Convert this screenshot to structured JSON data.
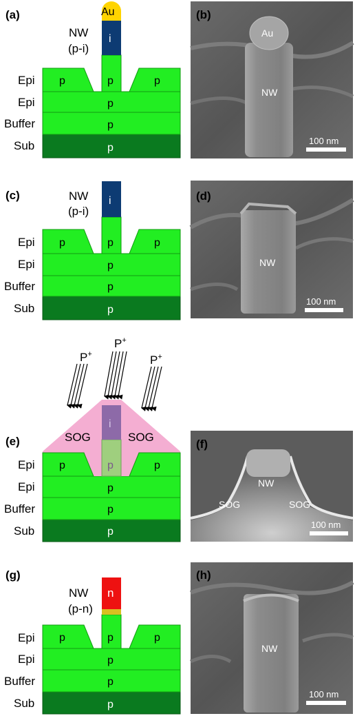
{
  "panels": {
    "a": "(a)",
    "b": "(b)",
    "c": "(c)",
    "d": "(d)",
    "e": "(e)",
    "f": "(f)",
    "g": "(g)",
    "h": "(h)"
  },
  "layers": {
    "epi": "Epi",
    "buffer": "Buffer",
    "sub": "Sub",
    "p": "p"
  },
  "nanowire": {
    "label": "NW",
    "pi": "(p-i)",
    "pn": "(p-n)",
    "i": "i",
    "n": "n",
    "au": "Au"
  },
  "implant": {
    "ion": "P",
    "charge": "+"
  },
  "sog": "SOG",
  "sem": {
    "nw": "NW",
    "au": "Au",
    "sog": "SOG",
    "scale": "100 nm"
  },
  "colors": {
    "green": "#22ee22",
    "dark_green": "#0a7a1f",
    "nw_intrinsic": "#0d3b73",
    "nw_n": "#ee1111",
    "au": "#ffd400",
    "sog": "#f4aed2",
    "sem_bg": "#5a5a5a"
  }
}
